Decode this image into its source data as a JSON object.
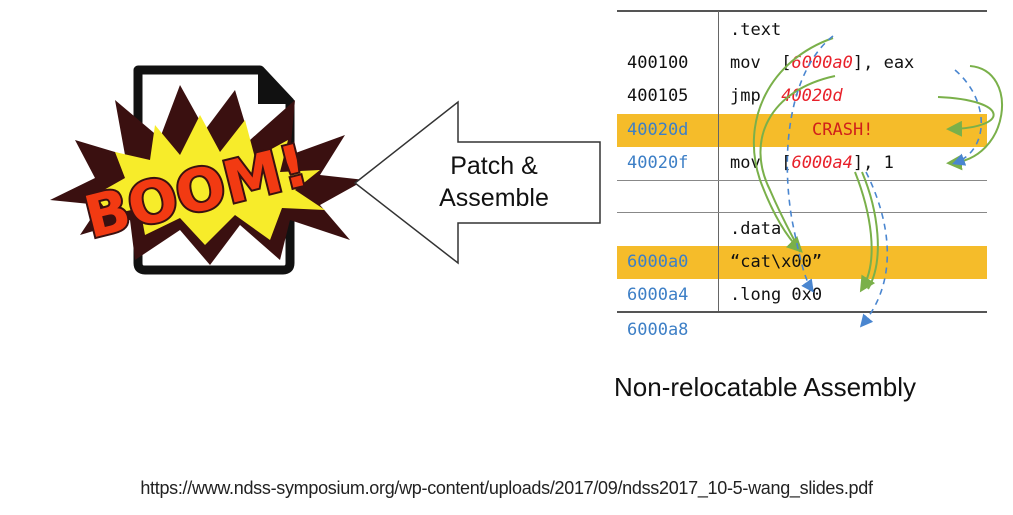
{
  "left_graphic": {
    "boom_text": "BOOM!",
    "file_icon": "document-icon",
    "colors": {
      "burst_outer": "#3a1010",
      "burst_inner": "#f7ec2a",
      "text": "#f23a12"
    }
  },
  "arrow": {
    "label_line1": "Patch &",
    "label_line2": "Assemble",
    "direction": "left"
  },
  "assembly_table": {
    "caption": "Non-relocatable Assembly",
    "rows": [
      {
        "addr": "",
        "code": ".text",
        "highlight": false
      },
      {
        "addr": "400100",
        "instr": "mov",
        "operand_pre": "[",
        "operand_red": "6000a0",
        "operand_post": "], eax",
        "highlight": false
      },
      {
        "addr": "400105",
        "instr": "jmp",
        "operand_pre": "",
        "operand_red": "40020d",
        "operand_post": "",
        "highlight": false
      },
      {
        "addr": "40020d",
        "crash": "CRASH!",
        "highlight": true
      },
      {
        "addr": "40020f",
        "instr": "mov",
        "operand_pre": "[",
        "operand_red": "6000a4",
        "operand_post": "], 1",
        "highlight": false
      },
      {
        "addr": "",
        "code": "",
        "highlight": false
      },
      {
        "addr": "",
        "code": ".data",
        "highlight": false
      },
      {
        "addr": "6000a0",
        "code": "“cat\\x00”",
        "highlight": true
      },
      {
        "addr": "6000a4",
        "code": ".long 0x0",
        "highlight": false
      },
      {
        "addr": "6000a8",
        "code": "",
        "highlight": false
      }
    ],
    "colors": {
      "highlight": "#f5bc2a",
      "address_blue": "#3d7fc6",
      "operand_red": "#e8202a",
      "arrow_green": "#7ab04a",
      "arrow_dashed_blue": "#4a86d0"
    }
  },
  "source_url": "https://www.ndss-symposium.org/wp-content/uploads/2017/09/ndss2017_10-5-wang_slides.pdf"
}
